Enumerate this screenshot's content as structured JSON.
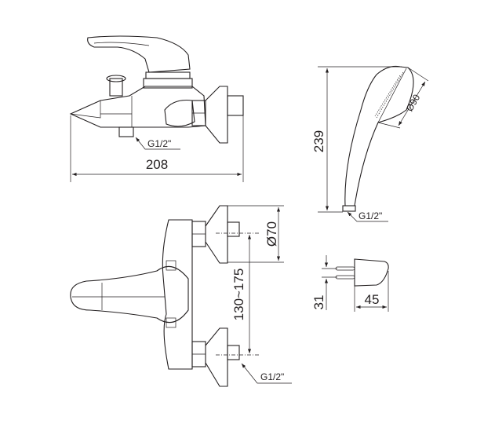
{
  "side_view": {
    "length_label": "208",
    "thread_label": "G1/2\""
  },
  "front_view": {
    "flange_diameter_label": "Ø70",
    "center_distance_label": "130~175",
    "thread_label": "G1/2\""
  },
  "hand_shower": {
    "height_label": "239",
    "head_diameter_label": "Ø90",
    "thread_label": "G1/2\""
  },
  "holder": {
    "height_label": "31",
    "width_label": "45"
  },
  "colors": {
    "line": "#231f20",
    "background": "#ffffff"
  }
}
